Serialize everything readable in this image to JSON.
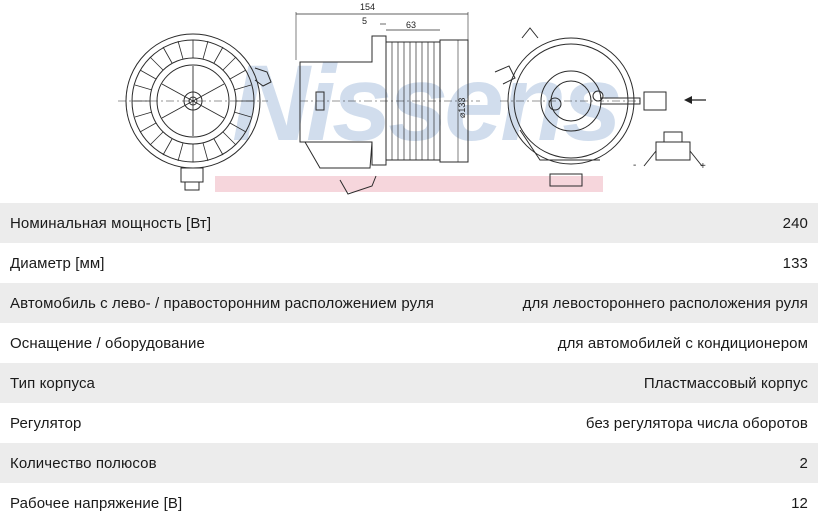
{
  "drawing": {
    "watermark": "Nissens",
    "dimensions": {
      "overall_length": "154",
      "offset": "5",
      "fan_width": "63",
      "diameter": "⌀133"
    },
    "polarity": {
      "minus": "-",
      "plus": "+"
    }
  },
  "specs": [
    {
      "label": "Номинальная мощность [Вт]",
      "value": "240"
    },
    {
      "label": "Диаметр [мм]",
      "value": "133"
    },
    {
      "label": "Автомобиль с лево- / правосторонним расположением руля",
      "value": "для левостороннего расположения руля"
    },
    {
      "label": "Оснащение / оборудование",
      "value": "для автомобилей с кондиционером"
    },
    {
      "label": "Тип корпуса",
      "value": "Пластмассовый корпус"
    },
    {
      "label": "Регулятор",
      "value": "без регулятора числа оборотов"
    },
    {
      "label": "Количество полюсов",
      "value": "2"
    },
    {
      "label": "Рабочее напряжение [В]",
      "value": "12"
    }
  ]
}
